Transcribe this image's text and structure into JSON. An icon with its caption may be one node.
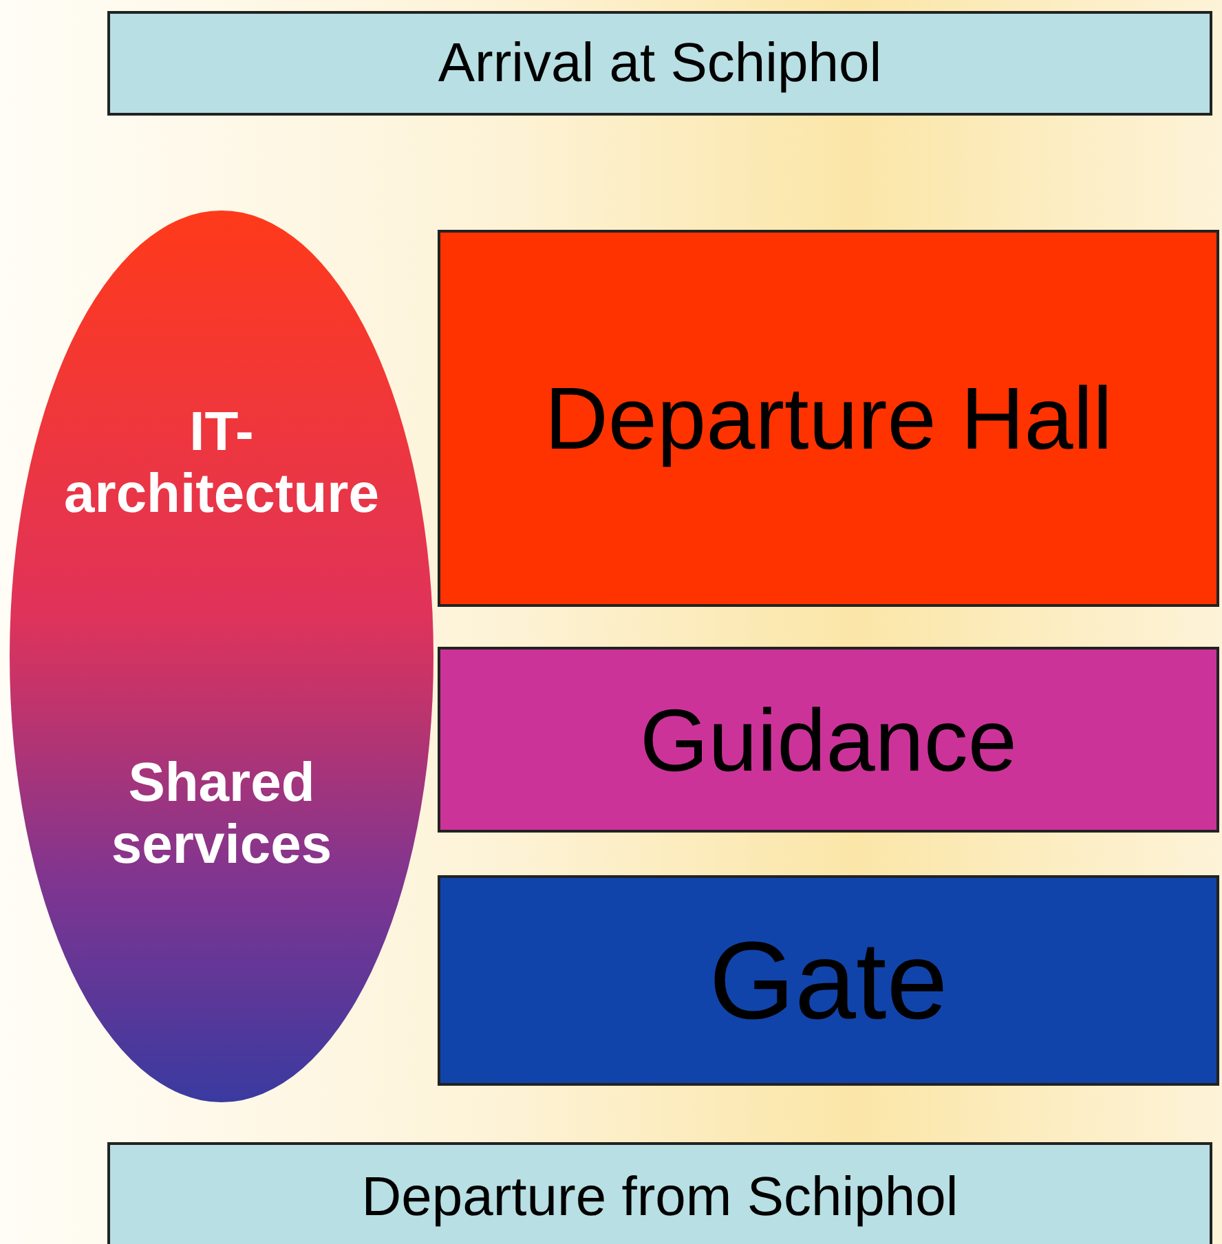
{
  "diagram": {
    "nodes": [
      {
        "text": [
          "Arrival at Schiphol"
        ]
      },
      {
        "text": [
          "Departure Hall"
        ]
      },
      {
        "text": [
          "Guidance"
        ]
      },
      {
        "text": [
          "Gate"
        ]
      },
      {
        "text": [
          "Departure from Schiphol"
        ]
      },
      {
        "text": [
          "IT-architecture",
          "Shared services"
        ]
      }
    ],
    "edges": []
  }
}
